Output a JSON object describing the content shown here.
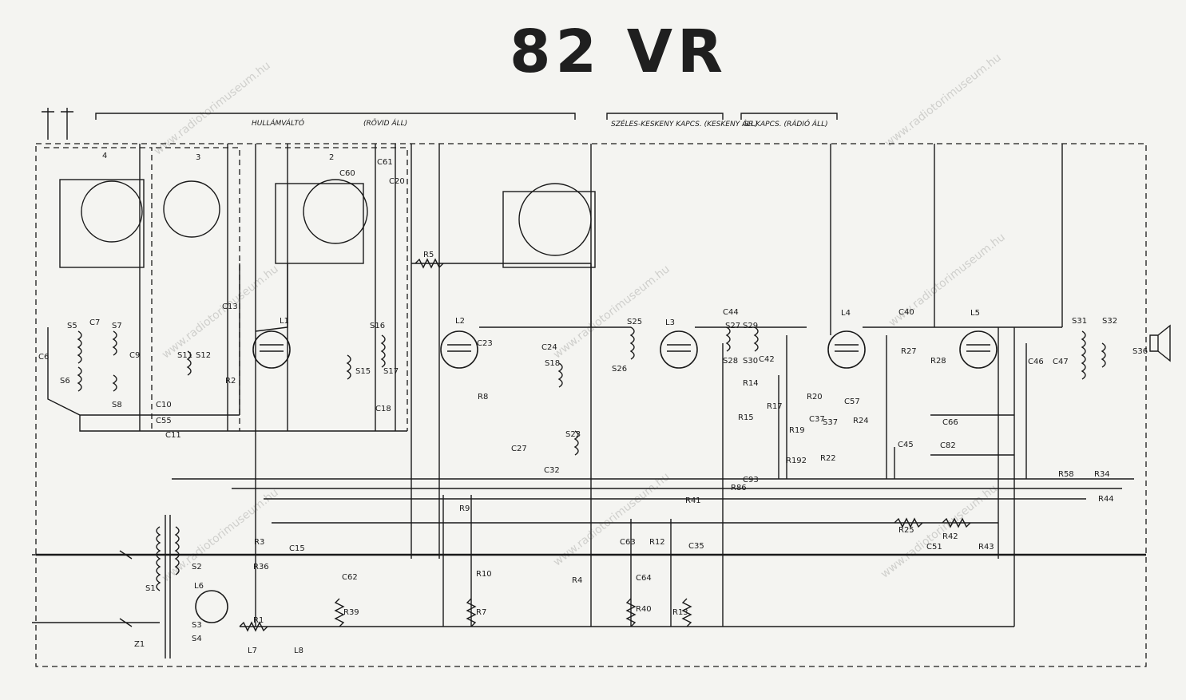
{
  "title": "82 VR",
  "watermark": "www.radiotorimuseum.hu",
  "section_labels": {
    "wave_switch": "HULLÁMVÁLTÓ",
    "wave_switch_note": "(RÖVID ÁLL)",
    "wide_narrow_switch": "SZÉLES-KESKENY KAPCS. (KESKENY ÁLL)",
    "gram_switch": "GR.KAPCS. (RÁDIÓ ÁLL)"
  },
  "switch_sections": [
    "4",
    "3",
    "2"
  ],
  "tubes": [
    "L1",
    "L2",
    "L3",
    "L4",
    "L5",
    "L6"
  ],
  "component_labels": {
    "capacitors": [
      "C6",
      "C7",
      "C9",
      "C10",
      "C11",
      "C13",
      "C15",
      "C18",
      "C20",
      "C23",
      "C24",
      "C27",
      "C32",
      "C35",
      "C37",
      "C40",
      "C42",
      "C44",
      "C45",
      "C46",
      "C47",
      "C51",
      "C55",
      "C57",
      "C60",
      "C61",
      "C62",
      "C63",
      "C64",
      "C66",
      "C82",
      "C93"
    ],
    "resistors": [
      "R1",
      "R2",
      "R3",
      "R4",
      "R5",
      "R7",
      "R8",
      "R9",
      "R10",
      "R12",
      "R13",
      "R14",
      "R15",
      "R17",
      "R19",
      "R20",
      "R22",
      "R24",
      "R25",
      "R27",
      "R28",
      "R34",
      "R36",
      "R39",
      "R40",
      "R41",
      "R42",
      "R43",
      "R44",
      "R58",
      "R86",
      "R192"
    ],
    "coils": [
      "S1",
      "S2",
      "S3",
      "S4",
      "S5",
      "S6",
      "S7",
      "S8",
      "S11",
      "S12",
      "S15",
      "S16",
      "S17",
      "S18",
      "S23",
      "S25",
      "S26",
      "S27",
      "S28",
      "S29",
      "S30",
      "S31",
      "S32",
      "S36",
      "S37"
    ],
    "misc": [
      "Z1",
      "L7",
      "L8"
    ]
  }
}
